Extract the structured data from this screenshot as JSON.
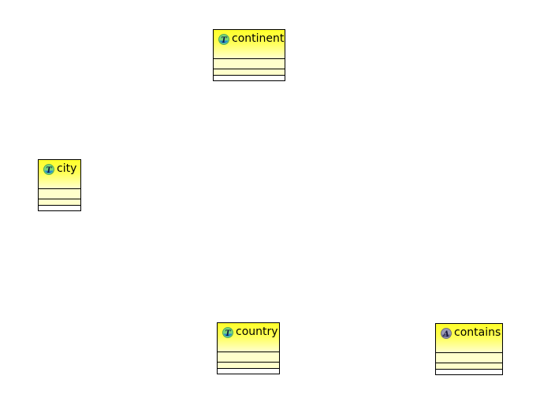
{
  "diagram": {
    "background": "#ffffff",
    "classes": [
      {
        "id": "continent",
        "name": "continent",
        "kind": "type",
        "icon": "type-icon",
        "icon_letter": "T"
      },
      {
        "id": "city",
        "name": "city",
        "kind": "type",
        "icon": "type-icon",
        "icon_letter": "T"
      },
      {
        "id": "country",
        "name": "country",
        "kind": "type",
        "icon": "type-icon",
        "icon_letter": "T"
      },
      {
        "id": "contains",
        "name": "contains",
        "kind": "association",
        "icon": "association-icon",
        "icon_letter": "A"
      }
    ]
  },
  "colors": {
    "header_top": "#ffff2a",
    "header_bottom": "#ffffcc",
    "compartment": "#ffffcc",
    "border": "#000000",
    "type_icon_fill": "#7ad67a",
    "type_icon_inner": "#2a8fd0",
    "association_icon_fill": "#9a9ab4"
  }
}
